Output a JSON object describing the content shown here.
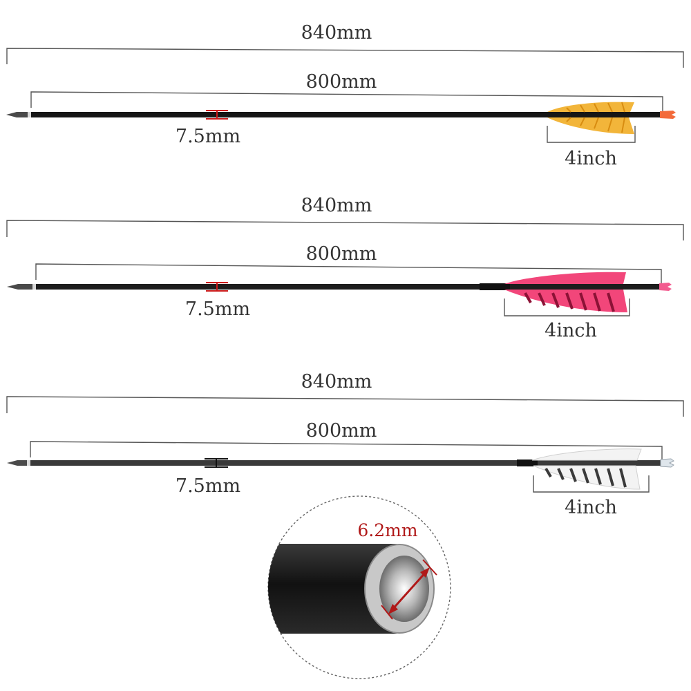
{
  "arrows": [
    {
      "total_length": "840mm",
      "shaft_length": "800mm",
      "diameter": "7.5mm",
      "fletching_length": "4inch",
      "fletch_color": "#f2b53a",
      "fletch_stripe": "#d88c10",
      "nock_color": "#f36a3a",
      "shaft_color": "#161616",
      "marker_color": "#cc1a1a"
    },
    {
      "total_length": "840mm",
      "shaft_length": "800mm",
      "diameter": "7.5mm",
      "fletching_length": "4inch",
      "fletch_color": "#f2467a",
      "fletch_stripe": "#8c1236",
      "nock_color": "#f35b8f",
      "shaft_color": "#1d1d1d",
      "marker_color": "#cc1a1a"
    },
    {
      "total_length": "840mm",
      "shaft_length": "800mm",
      "diameter": "7.5mm",
      "fletching_length": "4inch",
      "fletch_color": "#f3f3f3",
      "fletch_stripe": "#3a3a3a",
      "nock_color": "#dfe6ec",
      "shaft_color": "#3a3a3a",
      "marker_color": "#111111"
    }
  ],
  "detail": {
    "inner_diameter": "6.2mm",
    "insert_color": "#c8c8c8"
  }
}
